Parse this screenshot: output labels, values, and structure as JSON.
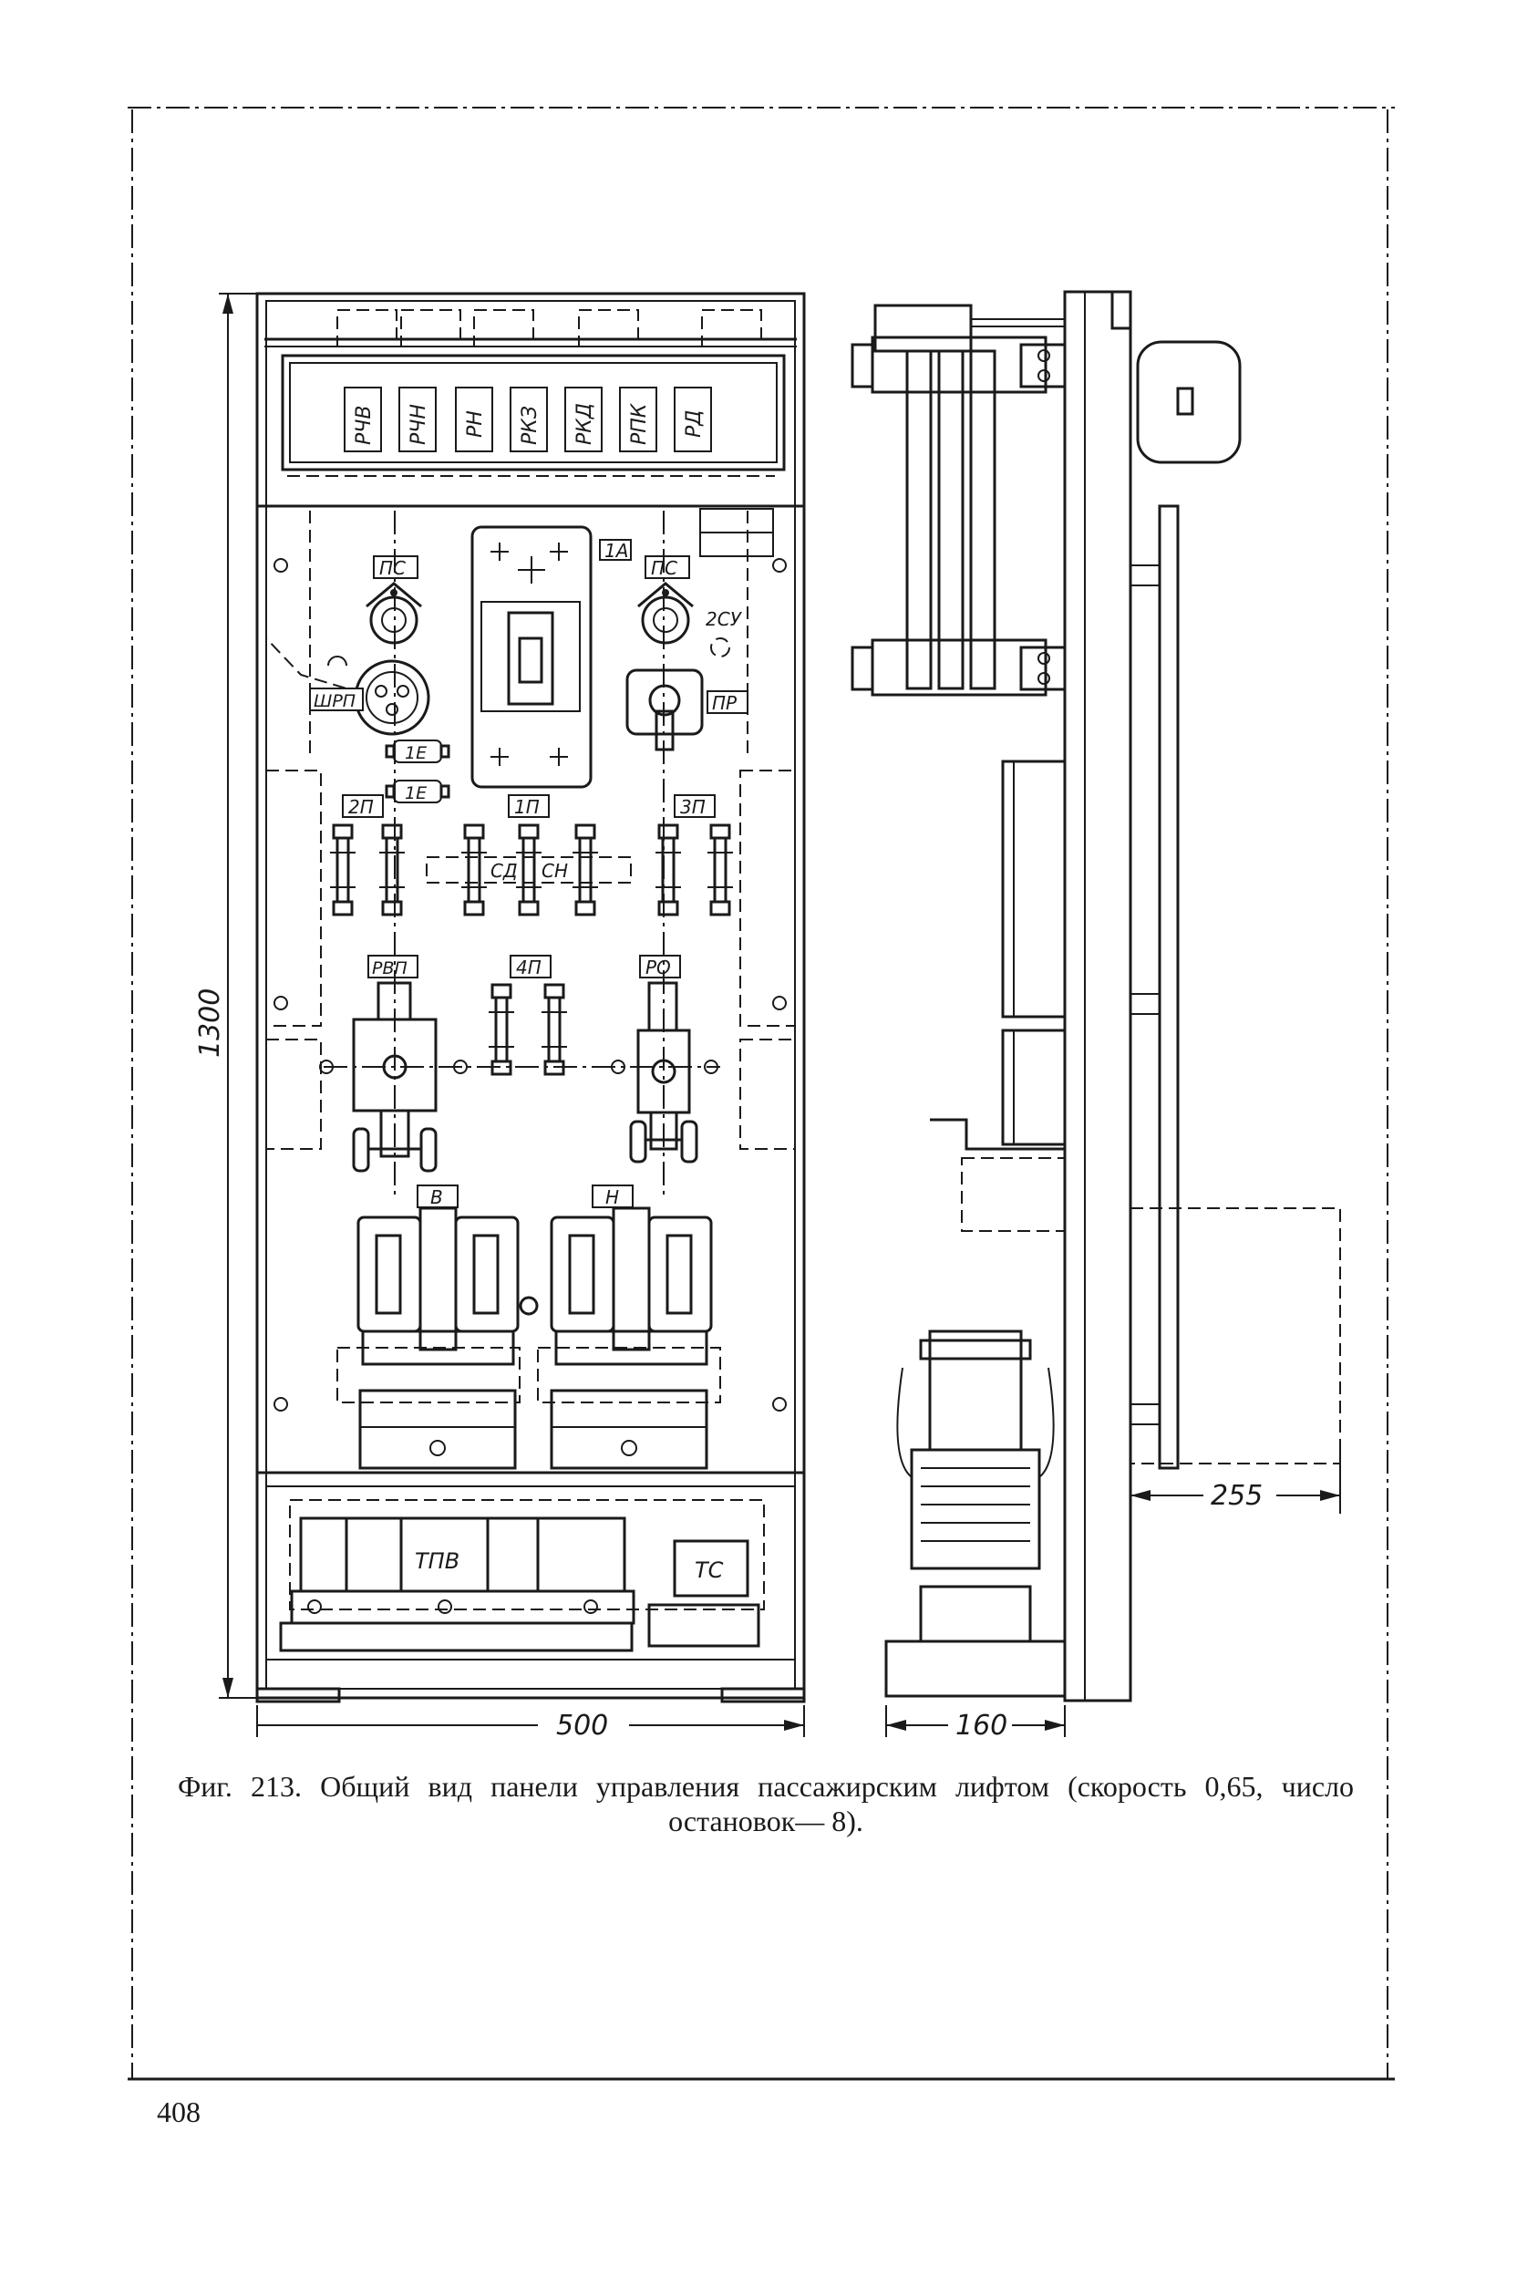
{
  "figure": {
    "caption": "Фиг. 213. Общий вид панели управления пассажирским лифтом (скорость 0,65, число остановок— 8).",
    "labels": {
      "relays": [
        "РЧВ",
        "РЧН",
        "РН",
        "РКЗ",
        "РКД",
        "РПК",
        "РД"
      ],
      "pc_left": "ПС",
      "pc_right": "ПС",
      "breaker": "1А",
      "csu": "2СУ",
      "shrp": "ШРП",
      "pr": "ПР",
      "ie1": "1Е",
      "ie2": "1Е",
      "p2": "2П",
      "p1": "1П",
      "p3": "3П",
      "sd": "СД",
      "sn": "СН",
      "rvp": "РВП",
      "p4": "4П",
      "ro": "РО",
      "contactor_v": "В",
      "contactor_n": "Н",
      "tpv": "ТПВ",
      "tc": "ТС"
    },
    "dimensions": {
      "height": "1300",
      "width": "500",
      "side_depth": "160",
      "side_offset": "255"
    }
  },
  "page_number": "408"
}
